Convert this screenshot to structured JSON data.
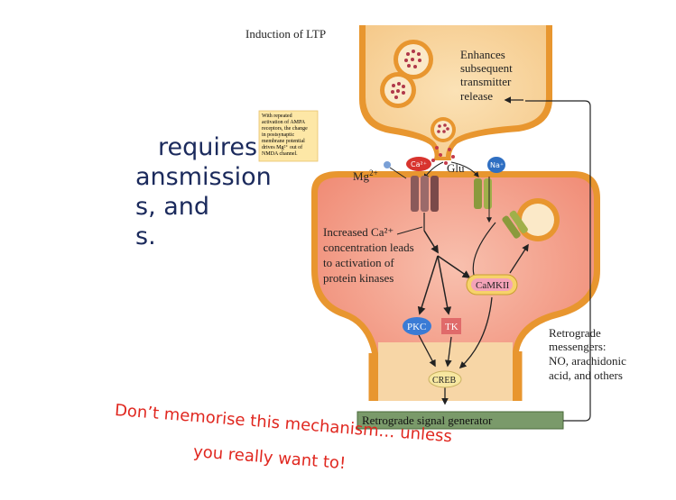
{
  "slide_text": {
    "line1": "requires",
    "line2": "ansmission",
    "line3": "s, and",
    "line4": "s."
  },
  "diagram": {
    "title": "Induction of LTP",
    "presynaptic_label": [
      "Enhances",
      "subsequent",
      "transmitter",
      "release"
    ],
    "note": [
      "With repeated",
      "activation of AMPA",
      "receptors, the change",
      "in postsynaptic",
      "membrane potential",
      "drives Mg²⁺ out of",
      "NMDA channel."
    ],
    "mg_label": "Mg",
    "mg_sup": "2+",
    "ca_badge": "Ca²⁺",
    "na_badge": "Na⁺",
    "glu_label": "Glu",
    "ca_text": [
      "Increased Ca²⁺",
      "concentration leads",
      "to activation of",
      "protein kinases"
    ],
    "camkii": "CaMKII",
    "pkc": "PKC",
    "tk": "TK",
    "creb": "CREB",
    "retro_text": [
      "Retrograde",
      "messengers:",
      "NO, arachidonic",
      "acid, and others"
    ],
    "signal_generator": "Retrograde signal generator"
  },
  "caption": {
    "line1": "Don’t memorise this mechanism… unless",
    "line2": "you really want to!"
  },
  "colors": {
    "terminal_fill": "#f7d49b",
    "terminal_border": "#e8962f",
    "post_fill": "#f6a58f",
    "nmda": "#8a5a5a",
    "ampa": "#8a9a3c",
    "pkc": "#3a7bd5",
    "tk": "#e06a6a",
    "camkii": "#f7d26a",
    "creb": "#f7e7a0",
    "generator": "#7a9a6a",
    "caption": "#e0271f",
    "slide_text": "#1b2a5c"
  }
}
